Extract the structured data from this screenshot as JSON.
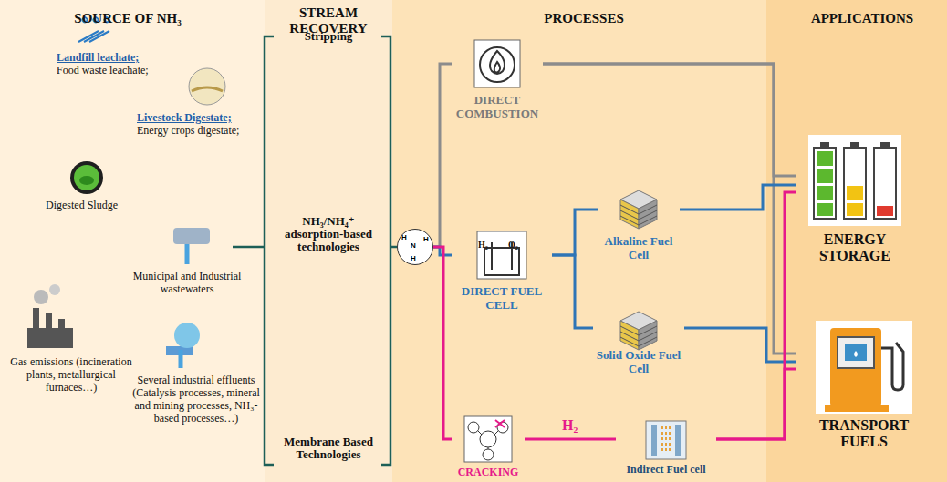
{
  "diagram": {
    "nodes": [
      {
        "text": [
          "H",
          "N",
          "H",
          "H"
        ]
      },
      {
        "text": [
          "DIRECT COMBUSTION"
        ]
      },
      {
        "text": [
          "DIRECT FUEL CELL"
        ]
      },
      {
        "text": [
          "Alkaline Fuel Cell"
        ]
      },
      {
        "text": [
          "Solid Oxide Fuel Cell"
        ]
      },
      {
        "text": [
          "CRACKING"
        ]
      },
      {
        "text": [
          "Indirect Fuel cell"
        ]
      },
      {
        "text": [
          "ENERGY STORAGE"
        ]
      },
      {
        "text": [
          "TRANSPORT FUELS"
        ]
      }
    ],
    "edges": [
      {
        "from": 0,
        "to": 1,
        "arrow": "none"
      },
      {
        "from": 0,
        "to": 2,
        "arrow": "none"
      },
      {
        "from": 0,
        "to": 5,
        "arrow": "none"
      },
      {
        "from": 1,
        "to": 7,
        "arrow": "none"
      },
      {
        "from": 1,
        "to": 8,
        "arrow": "none"
      },
      {
        "from": 2,
        "to": 3,
        "arrow": "none"
      },
      {
        "from": 2,
        "to": 4,
        "arrow": "none"
      },
      {
        "from": 3,
        "to": 7,
        "arrow": "none"
      },
      {
        "from": 4,
        "to": 8,
        "arrow": "none"
      },
      {
        "from": 5,
        "to": 6,
        "label": "H₂",
        "arrow": "none"
      },
      {
        "from": 6,
        "to": 7,
        "arrow": "none"
      },
      {
        "from": 6,
        "to": 8,
        "arrow": "none"
      }
    ],
    "labels": [
      "SOURCE OF NH₃",
      "STREAM RECOVERY",
      "PROCESSES",
      "APPLICATIONS",
      "Landfill leachate;",
      "Food waste leachate;",
      "Livestock Digestate;",
      "Energy crops digestate;",
      "Digested Sludge",
      "Municipal and Industrial wastewaters",
      "Gas emissions (incineration plants, metallurgical furnaces…)",
      "Several industrial effluents (Catalysis processes, mineral and mining processes, NH₃-based processes…)",
      "Stripping",
      "NH₃/NH₄⁺ adsorption-based technologies",
      "Membrane Based Technologies",
      "H₂",
      "O₂"
    ]
  }
}
